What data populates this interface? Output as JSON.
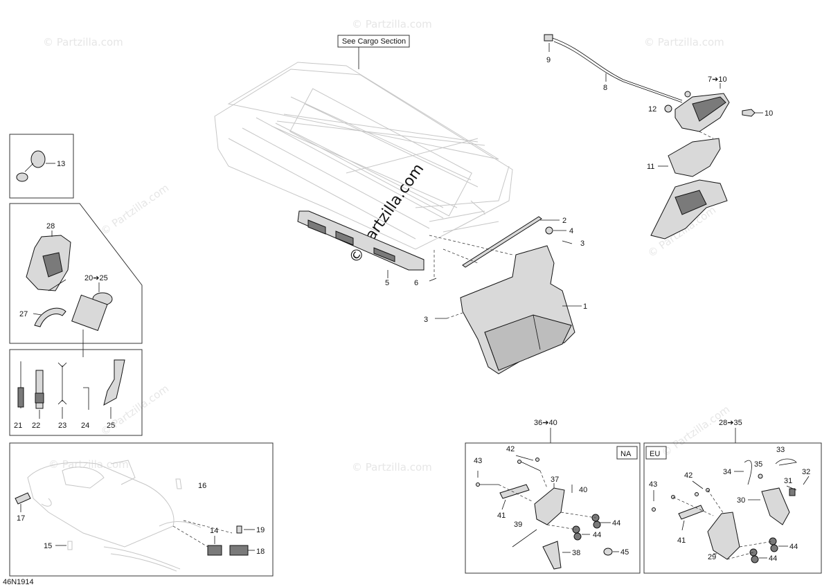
{
  "diagram": {
    "ref_label": "See Cargo Section",
    "drawing_code": "46N1914",
    "watermark_main": "© Partzilla.com",
    "watermark_faint": "© Partzilla.com",
    "callouts": {
      "c1": "1",
      "c2": "2",
      "c3a": "3",
      "c3b": "3",
      "c4": "4",
      "c5": "5",
      "c6": "6",
      "c7_10": "7➔10",
      "c8": "8",
      "c9": "9",
      "c10": "10",
      "c11": "11",
      "c12": "12",
      "c13": "13",
      "c14": "14",
      "c15": "15",
      "c16": "16",
      "c17": "17",
      "c18": "18",
      "c19": "19",
      "c20_25": "20➔25",
      "c21": "21",
      "c22": "22",
      "c23": "23",
      "c24": "24",
      "c25": "25",
      "c27": "27",
      "c28": "28",
      "c36_40": "36➔40",
      "c37": "37",
      "c38": "38",
      "c39": "39",
      "c40": "40",
      "c41na": "41",
      "c42na": "42",
      "c43na": "43",
      "c44na1": "44",
      "c44na2": "44",
      "c45": "45",
      "c28_35": "28➔35",
      "c29": "29",
      "c30": "30",
      "c31": "31",
      "c32": "32",
      "c33": "33",
      "c34": "34",
      "c35": "35",
      "c41eu": "41",
      "c42eu": "42",
      "c43eu": "43",
      "c44eu1": "44",
      "c44eu2": "44"
    },
    "region_na": "NA",
    "region_eu": "EU"
  },
  "colors": {
    "line": "#111111",
    "ghost": "#c6c6c6",
    "fill": "#d9d9d9",
    "dark": "#7a7a7a"
  }
}
